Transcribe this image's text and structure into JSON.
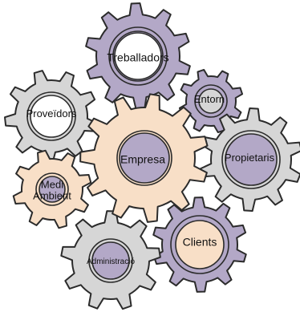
{
  "colors": {
    "purple": "#b3a8c7",
    "peach": "#f8dfc7",
    "gray": "#d6d6d6",
    "white": "#ffffff",
    "outline": "#2b2b2b"
  },
  "gears": [
    {
      "id": "treballadors",
      "label": "Treballadors",
      "color": "purple",
      "hole": "white"
    },
    {
      "id": "entorn",
      "label": "Entorn",
      "color": "purple",
      "hole": "gray"
    },
    {
      "id": "proveidors",
      "label": "Proveïdors",
      "color": "gray",
      "hole": "white"
    },
    {
      "id": "empresa",
      "label": "Empresa",
      "color": "peach",
      "hole": "purple"
    },
    {
      "id": "propietaris",
      "label": "Propietaris",
      "color": "gray",
      "hole": "purple"
    },
    {
      "id": "medi-ambient",
      "label_lines": [
        "Medi",
        "Ambient"
      ],
      "color": "peach",
      "hole": "purple"
    },
    {
      "id": "clients",
      "label": "Clients",
      "color": "purple",
      "hole": "peach"
    },
    {
      "id": "administracio",
      "label": "Administració",
      "color": "gray",
      "hole": "purple"
    }
  ]
}
